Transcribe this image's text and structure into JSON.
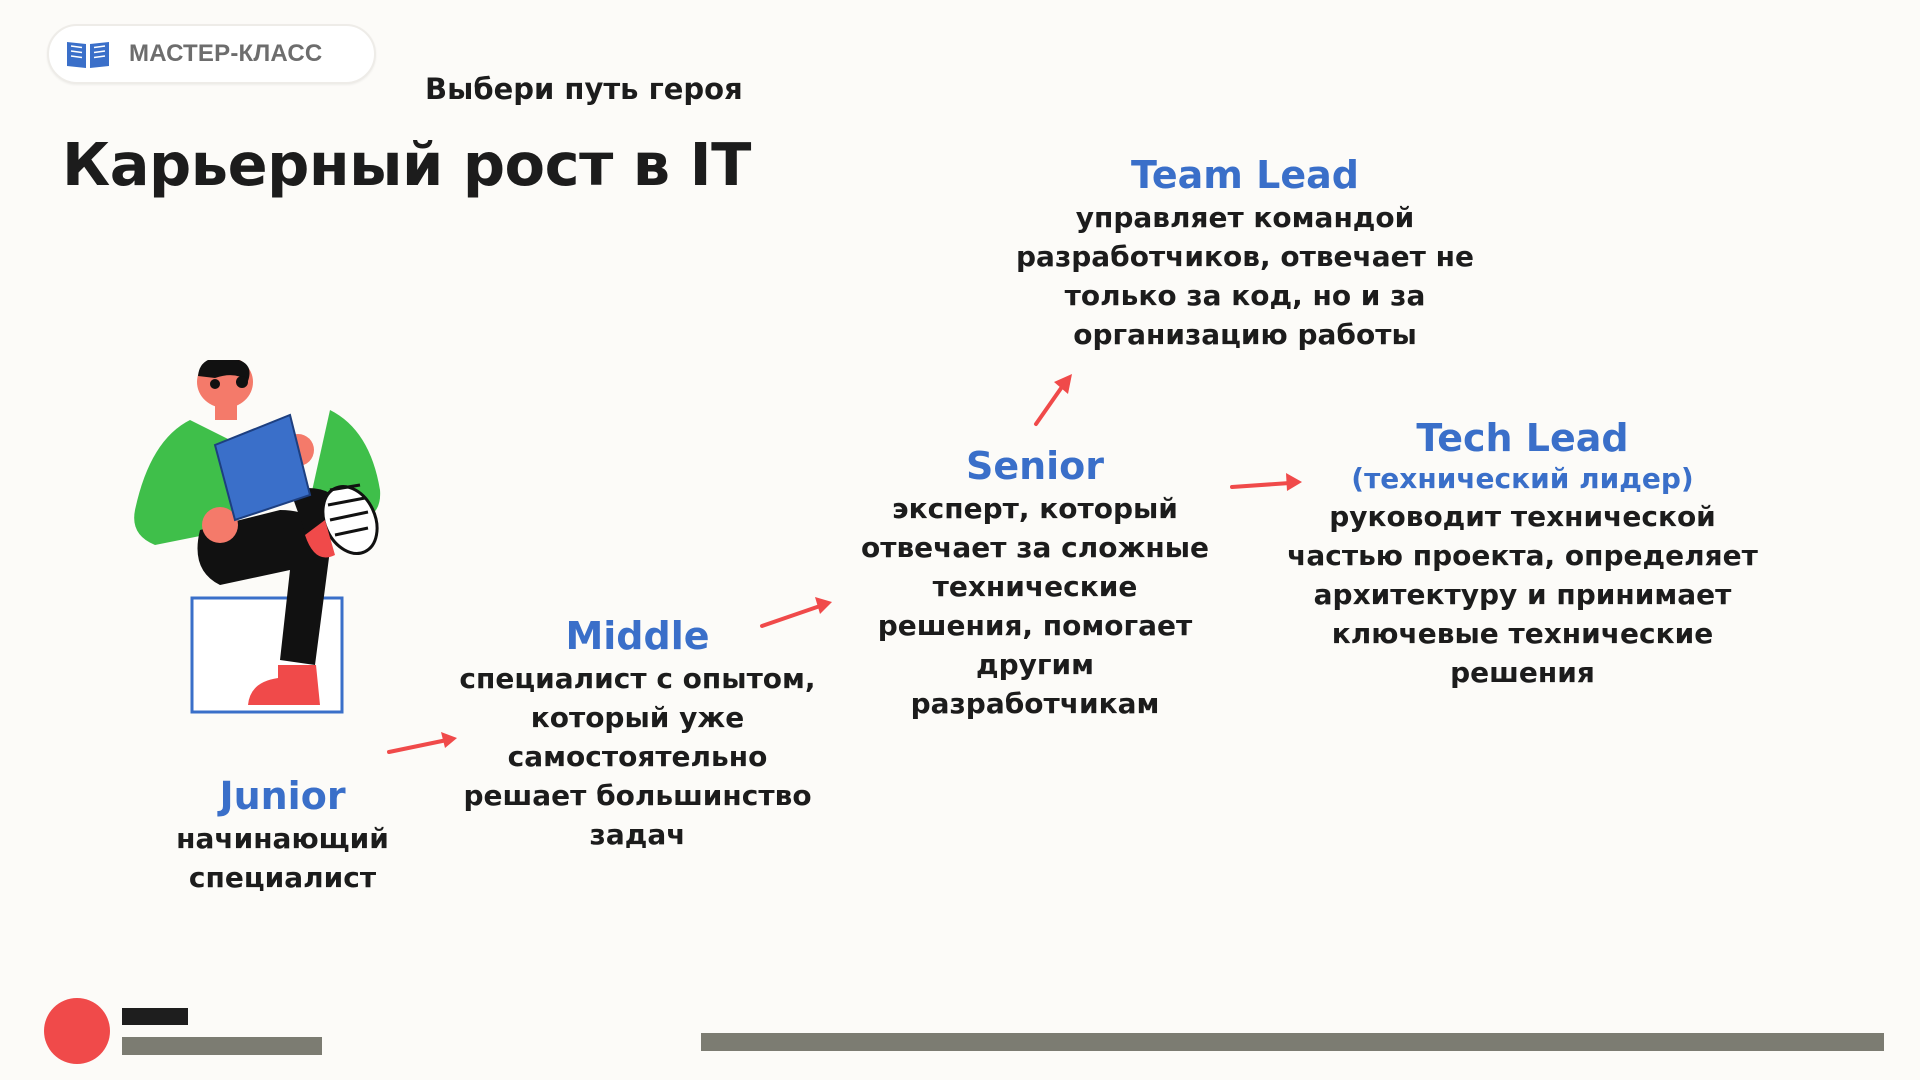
{
  "header": {
    "badge_icon": "book-icon",
    "badge_label": "МАСТЕР-КЛАСС",
    "subtitle": "Выбери путь героя",
    "title": "Карьерный рост в IT"
  },
  "illustration": {
    "name": "person-with-tablet-illustration"
  },
  "stages": {
    "junior": {
      "role": "Junior",
      "desc_lines": [
        "начинающий",
        "специалист"
      ]
    },
    "middle": {
      "role": "Middle",
      "desc_lines": [
        "специалист с опытом,",
        "который уже",
        "самостоятельно",
        "решает большинство",
        "задач"
      ]
    },
    "senior": {
      "role": "Senior",
      "desc_lines": [
        "эксперт, который",
        "отвечает за сложные",
        "технические",
        "решения, помогает",
        "другим",
        "разработчикам"
      ]
    },
    "team_lead": {
      "role": "Team Lead",
      "desc_lines": [
        "управляет командой",
        "разработчиков, отвечает не",
        "только за код, но и за",
        "организацию работы"
      ]
    },
    "tech_lead": {
      "role": "Tech Lead",
      "role_sub": "(технический лидер)",
      "desc_lines": [
        "руководит технической",
        "частью проекта, определяет",
        "архитектуру и принимает",
        "ключевые технические",
        "решения"
      ]
    }
  },
  "colors": {
    "accent_blue": "#3a6fc9",
    "arrow_red": "#f04a4a",
    "footer_grey": "#7c7c72",
    "footer_black": "#1e1e1e",
    "background": "#fcfbf8"
  }
}
